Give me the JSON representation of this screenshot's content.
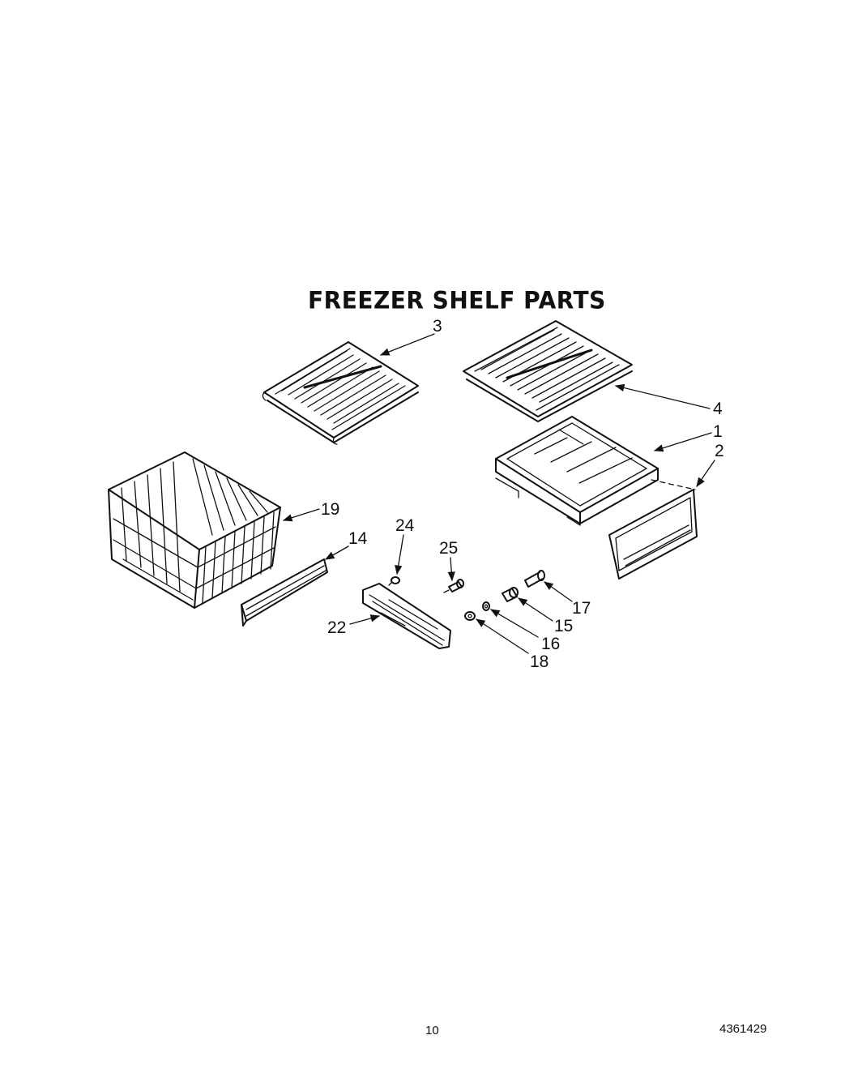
{
  "title": "FREEZER SHELF PARTS",
  "callouts": {
    "c1": "1",
    "c2": "2",
    "c3": "3",
    "c4": "4",
    "c14": "14",
    "c15": "15",
    "c16": "16",
    "c17": "17",
    "c18": "18",
    "c19": "19",
    "c22": "22",
    "c24": "24",
    "c25": "25"
  },
  "footer": {
    "page_number": "10",
    "doc_number": "4361429"
  }
}
